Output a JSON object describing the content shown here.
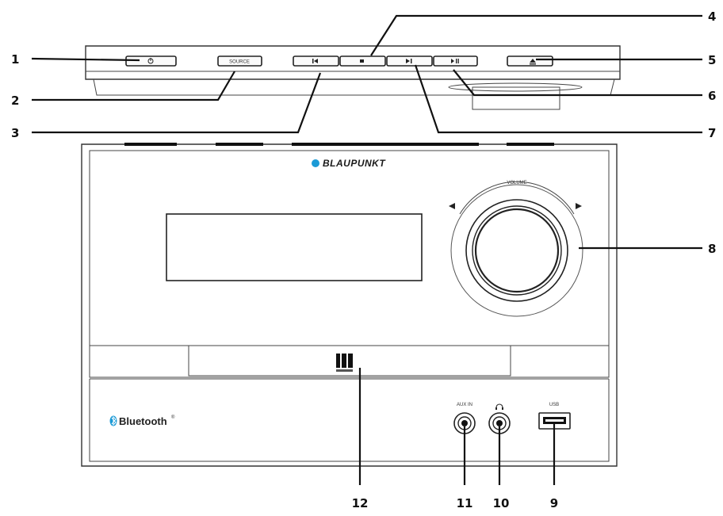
{
  "brand": {
    "name": "BLAUPUNKT",
    "color": "#1b9ad6"
  },
  "bluetooth": {
    "label": "Bluetooth",
    "mark": "®"
  },
  "buttons": {
    "power_icon": "power-icon",
    "source_label": "SOURCE",
    "prev_icon": "previous-icon",
    "stop_icon": "stop-icon",
    "next_icon": "next-icon",
    "play_pause_icon": "play-pause-icon",
    "eject_icon": "eject-icon"
  },
  "knob": {
    "label": "VOLUME"
  },
  "ports": {
    "aux_label": "AUX IN",
    "usb_label": "USB"
  },
  "callouts": [
    "1",
    "2",
    "3",
    "4",
    "5",
    "6",
    "7",
    "8",
    "9",
    "10",
    "11",
    "12"
  ]
}
